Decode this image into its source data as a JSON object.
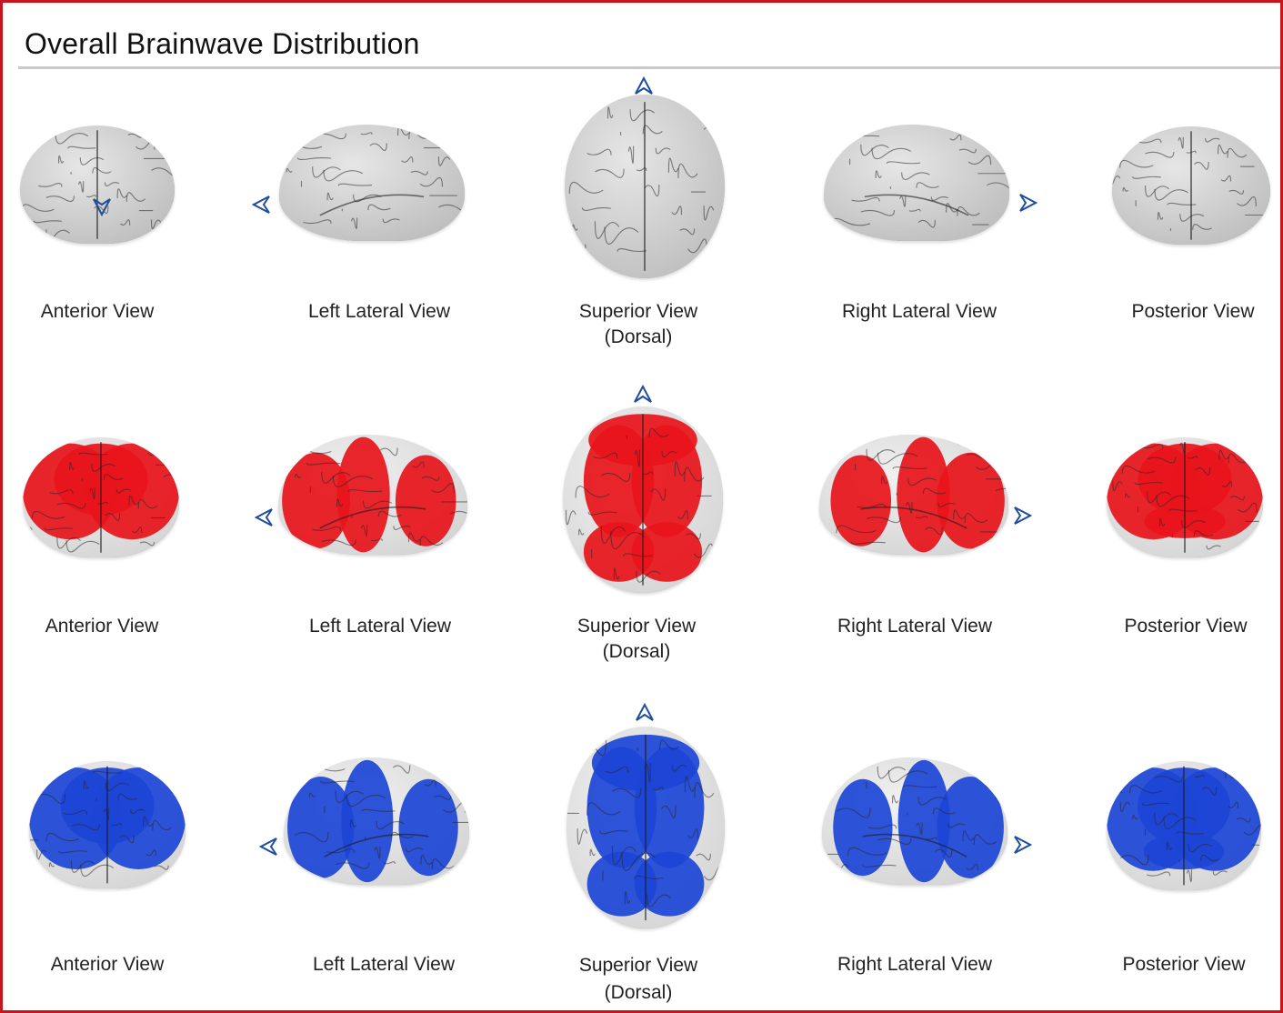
{
  "title": "Overall Brainwave Distribution",
  "colors": {
    "frame": "#c8151d",
    "arrow": "#1f4e9a",
    "neutral": "#a8a8a8",
    "red": "#e8141b",
    "blue": "#1c45d6"
  },
  "rows": [
    {
      "name": "neutral",
      "views": [
        {
          "label": "Anterior View"
        },
        {
          "label": "Left Lateral View"
        },
        {
          "label": "Superior View",
          "sub": "(Dorsal)"
        },
        {
          "label": "Right Lateral View"
        },
        {
          "label": "Posterior View"
        }
      ]
    },
    {
      "name": "red",
      "views": [
        {
          "label": "Anterior View"
        },
        {
          "label": "Left Lateral View"
        },
        {
          "label": "Superior View",
          "sub": "(Dorsal)"
        },
        {
          "label": "Right Lateral View"
        },
        {
          "label": "Posterior View"
        }
      ]
    },
    {
      "name": "blue",
      "views": [
        {
          "label": "Anterior View"
        },
        {
          "label": "Left Lateral View"
        },
        {
          "label": "Superior View",
          "sub": "(Dorsal)"
        },
        {
          "label": "Right Lateral View"
        },
        {
          "label": "Posterior View"
        }
      ]
    }
  ],
  "icons": {
    "arrow_anterior": "arrow-down-icon",
    "arrow_left": "arrow-left-icon",
    "arrow_up": "arrow-up-icon",
    "arrow_right": "arrow-right-icon"
  }
}
